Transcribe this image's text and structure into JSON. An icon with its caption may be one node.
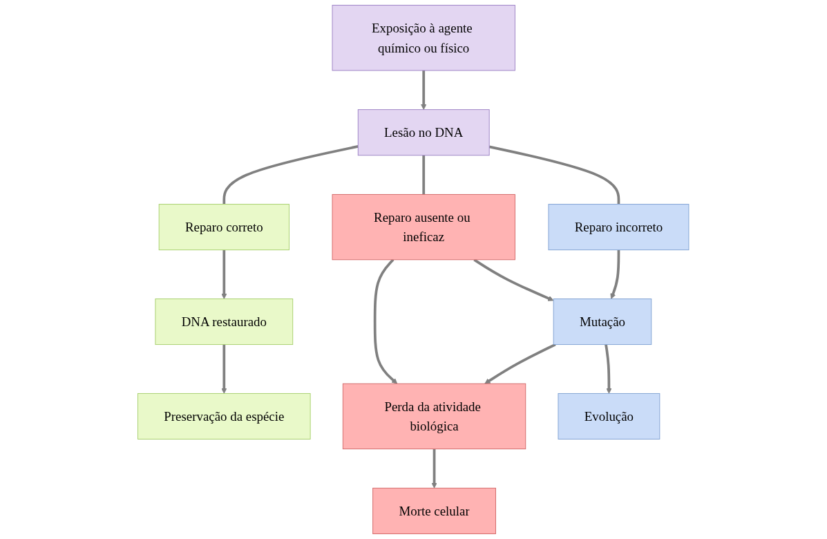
{
  "diagram": {
    "nodes": [
      {
        "text": [
          "Exposição à agente químico ou físico"
        ]
      },
      {
        "text": [
          "Lesão no DNA"
        ]
      },
      {
        "text": [
          "Reparo correto"
        ]
      },
      {
        "text": [
          "Reparo ausente ou ineficaz"
        ]
      },
      {
        "text": [
          "Reparo incorreto"
        ]
      },
      {
        "text": [
          "DNA restaurado"
        ]
      },
      {
        "text": [
          "Perda da atividade biológica"
        ]
      },
      {
        "text": [
          "Mutação"
        ]
      },
      {
        "text": [
          "Preservação da espécie"
        ]
      },
      {
        "text": [
          "Morte celular"
        ]
      },
      {
        "text": [
          "Evolução"
        ]
      }
    ],
    "edges": [
      {
        "from": 0,
        "to": 1,
        "arrow": "to"
      },
      {
        "from": 1,
        "to": 2,
        "arrow": "none"
      },
      {
        "from": 1,
        "to": 3,
        "arrow": "none"
      },
      {
        "from": 1,
        "to": 4,
        "arrow": "none"
      },
      {
        "from": 2,
        "to": 5,
        "arrow": "to"
      },
      {
        "from": 3,
        "to": 6,
        "arrow": "to"
      },
      {
        "from": 3,
        "to": 7,
        "arrow": "to"
      },
      {
        "from": 4,
        "to": 7,
        "arrow": "to"
      },
      {
        "from": 5,
        "to": 8,
        "arrow": "to"
      },
      {
        "from": 6,
        "to": 9,
        "arrow": "to"
      },
      {
        "from": 7,
        "to": 6,
        "arrow": "to"
      },
      {
        "from": 7,
        "to": 10,
        "arrow": "to"
      }
    ]
  }
}
